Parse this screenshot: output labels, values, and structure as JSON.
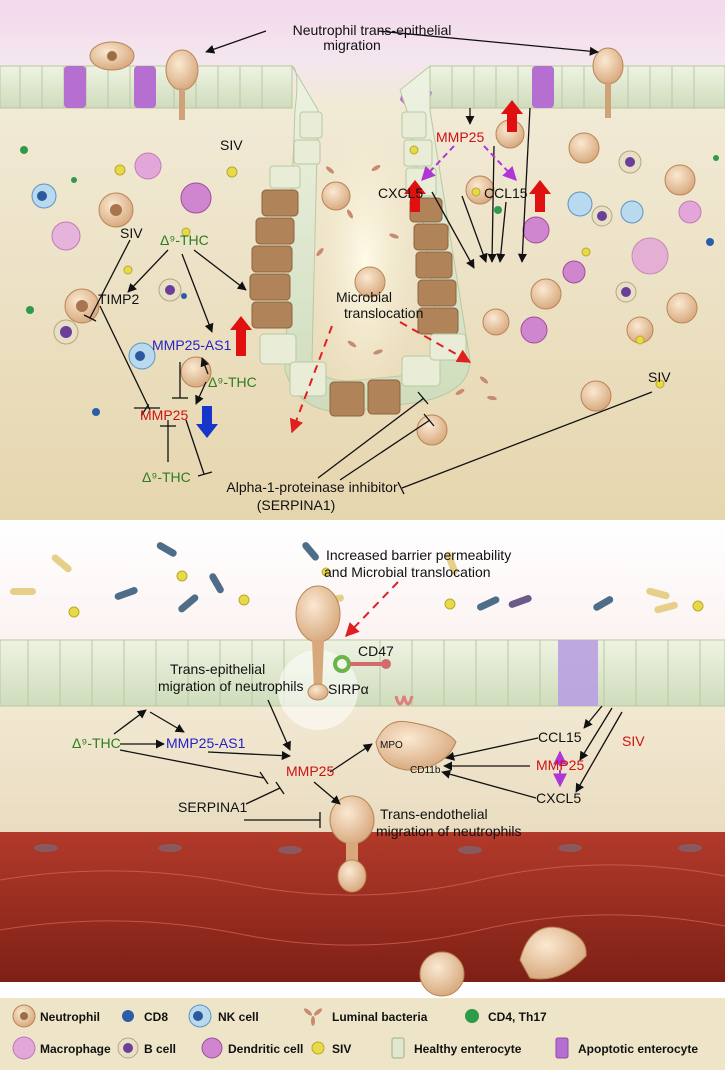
{
  "colors": {
    "black_text": "#111111",
    "green_text": "#2e7d1e",
    "blue_text": "#2323c8",
    "red_text": "#cc1111",
    "up_arrow": "#e01010",
    "down_arrow": "#1536c8",
    "dashed_red": "#e02020",
    "dashed_purple": "#b035d6",
    "epithelium": "#dfe8cf",
    "apoptotic": "#b46fd0",
    "lamina_bg": "#efe4c8",
    "vessel": "#9c2b1f"
  },
  "top_panel": {
    "title_line1": "Neutrophil trans-epithelial",
    "title_line2": "migration",
    "siv_crypt": "SIV",
    "siv_left": "SIV",
    "thc_top": "Δ⁹-THC",
    "timp2": "TIMP2",
    "mmp25_as1": "MMP25-AS1",
    "thc_mid": "Δ⁹-THC",
    "mmp25": "MMP25",
    "thc_bottom": "Δ⁹-THC",
    "microbial_line1": "Microbial",
    "microbial_line2": "translocation",
    "mmp25_right": "MMP25",
    "cxcl5": "CXCL5",
    "ccl15": "CCL15",
    "siv_right": "SIV",
    "a1pi_line1": "Alpha-1-proteinase inhibitor",
    "a1pi_line2": "(SERPINA1)"
  },
  "bottom_panel": {
    "barrier_line1": "Increased barrier permeability",
    "barrier_line2": "and Microbial translocation",
    "transepi_line1": "Trans-epithelial",
    "transepi_line2": "migration of neutrophils",
    "cd47": "CD47",
    "sirpa": "SIRPα",
    "mpo": "MPO",
    "cd11b": "CD11b",
    "thc": "Δ⁹-THC",
    "mmp25_as1": "MMP25-AS1",
    "mmp25": "MMP25",
    "ccl15": "CCL15",
    "siv": "SIV",
    "mmp25_right": "MMP25",
    "cxcl5": "CXCL5",
    "serpina1": "SERPINA1",
    "transendo_line1": "Trans-endothelial",
    "transendo_line2": "migration of neutrophils"
  },
  "legend": [
    {
      "label": "Neutrophil",
      "icon": "neutrophil-icon"
    },
    {
      "label": "CD8",
      "icon": "cd8-icon"
    },
    {
      "label": "NK cell",
      "icon": "nk-cell-icon"
    },
    {
      "label": "Luminal bacteria",
      "icon": "luminal-bacteria-icon"
    },
    {
      "label": "CD4, Th17",
      "icon": "cd4-th17-icon"
    },
    {
      "label": "Macrophage",
      "icon": "macrophage-icon"
    },
    {
      "label": "B cell",
      "icon": "b-cell-icon"
    },
    {
      "label": "Dendritic cell",
      "icon": "dendritic-cell-icon"
    },
    {
      "label": "SIV",
      "icon": "siv-icon"
    },
    {
      "label": "Healthy enterocyte",
      "icon": "healthy-enterocyte-icon"
    },
    {
      "label": "Apoptotic enterocyte",
      "icon": "apoptotic-enterocyte-icon"
    }
  ]
}
